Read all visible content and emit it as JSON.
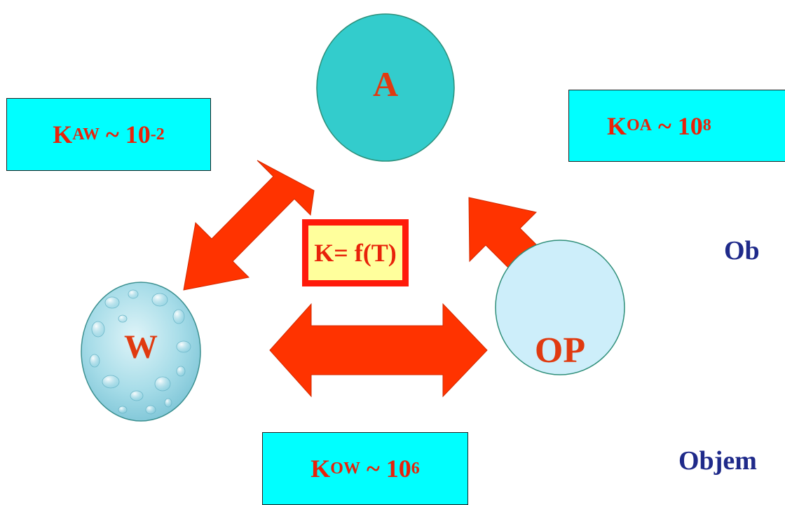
{
  "nodes": {
    "air": "A",
    "water": "W",
    "organic_phase": "OP"
  },
  "coefficients": {
    "k_aw": {
      "base": "K",
      "subscript": "AW",
      "approx": " ~ 10",
      "exponent": "-2"
    },
    "k_oa": {
      "base": "K",
      "subscript": "OA",
      "approx": " ~ 10",
      "exponent": "8"
    },
    "k_ow": {
      "base": "K",
      "subscript": "OW",
      "approx": " ~ 10",
      "exponent": "6"
    }
  },
  "center_label": "K= f(T)",
  "side_text": {
    "upper": "Ob",
    "lower": "Objem"
  },
  "colors": {
    "air_fill": "#33cccc",
    "op_fill": "#cdeefa",
    "arrow_fill": "#ff3300",
    "box_fill": "#00ffff",
    "label_red": "#e03a10",
    "side_text_blue": "#1f2a8a"
  }
}
